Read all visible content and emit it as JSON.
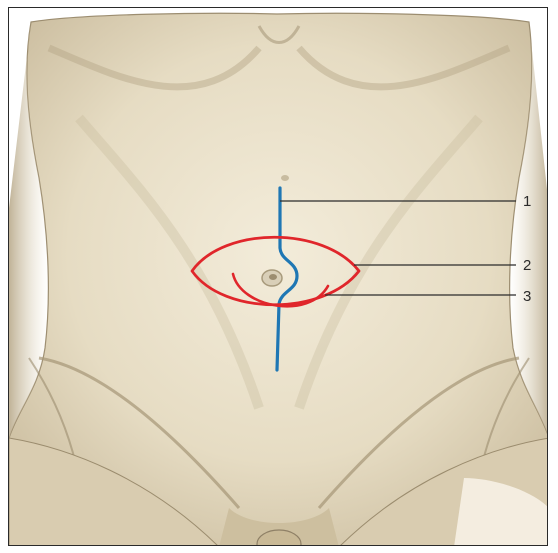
{
  "figure": {
    "colors": {
      "background": "#ffffff",
      "skin_light": "#efe6d0",
      "skin_mid": "#ddd1b6",
      "skin_shadow": "#b7a98b",
      "outline": "#8f8066",
      "midline_incision": "#1f77b4",
      "umbilical_excision": "#e0262b",
      "leader_line": "#2b2b2b",
      "label_text": "#2b2b2b"
    },
    "callouts": [
      {
        "label": "1"
      },
      {
        "label": "2"
      },
      {
        "label": "3"
      }
    ]
  }
}
